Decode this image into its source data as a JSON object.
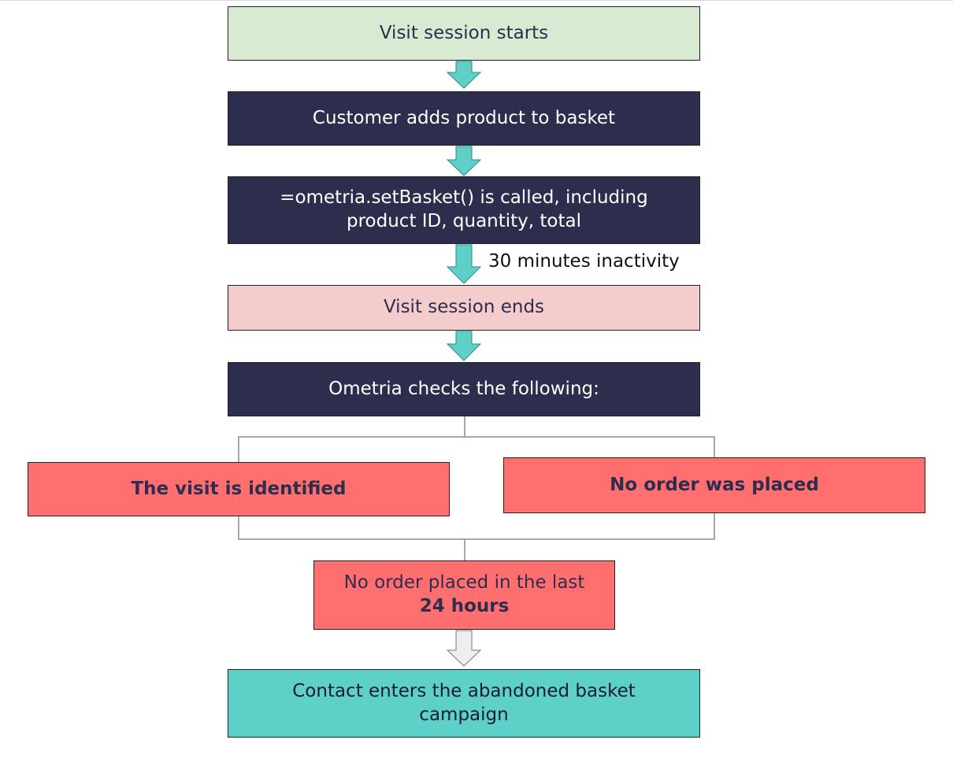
{
  "flow": {
    "visit_start": "Visit session starts",
    "adds_product": "Customer adds product to basket",
    "set_basket_line1": "=ometria.setBasket() is called, including",
    "set_basket_line2": "product ID, quantity, total",
    "inactivity_note": "30 minutes inactivity",
    "visit_end": "Visit session ends",
    "checks": "Ometria checks the following:",
    "identified": "The visit is identified",
    "no_order": "No order was placed",
    "last24_line1": "No order placed in the last",
    "last24_line2": "24 hours",
    "enters_line1": "Contact enters the abandoned basket",
    "enters_line2": "campaign"
  },
  "colors": {
    "dark_navy": "#2d2d4d",
    "start_green": "#d9ead3",
    "end_pink": "#f4cccc",
    "check_red": "#ff6f6f",
    "result_teal": "#5dd0c8",
    "arrow_teal": "#5fcfc8",
    "arrow_grey": "#eeeeee",
    "connector_grey": "#8c8c8c"
  }
}
